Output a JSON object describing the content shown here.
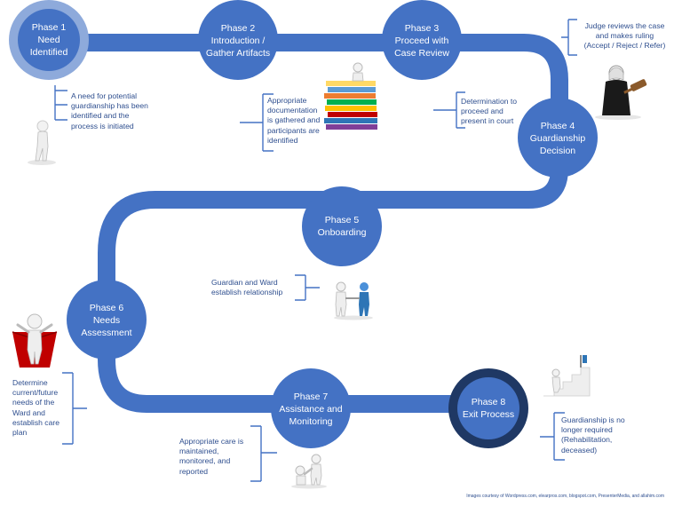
{
  "colors": {
    "road": "#4472c4",
    "phase_fill": "#4472c4",
    "phase1_ring": "#8eaadb",
    "phase8_ring": "#1f3864",
    "note_bracket": "#4472c4",
    "note_text": "#2f4f8f"
  },
  "phases": [
    {
      "lines": [
        "Phase 1",
        "Need",
        "Identified"
      ]
    },
    {
      "lines": [
        "Phase 2",
        "Introduction /",
        "Gather Artifacts"
      ]
    },
    {
      "lines": [
        "Phase 3",
        "Proceed with",
        "Case Review"
      ]
    },
    {
      "lines": [
        "Phase 4",
        "Guardianship",
        "Decision"
      ]
    },
    {
      "lines": [
        "Phase 5",
        "Onboarding"
      ]
    },
    {
      "lines": [
        "Phase 6",
        "Needs",
        "Assessment"
      ]
    },
    {
      "lines": [
        "Phase 7",
        "Assistance and",
        "Monitoring"
      ]
    },
    {
      "lines": [
        "Phase 8",
        "Exit Process"
      ]
    }
  ],
  "notes": [
    {
      "text": "A need for potential\nguardianship has been\nidentified and the\nprocess is initiated"
    },
    {
      "text": "Appropriate\ndocumentation\nis gathered and\nparticipants are\nidentified"
    },
    {
      "text": "Determination to\nproceed and\npresent in court"
    },
    {
      "text": "Judge reviews the case\nand makes ruling\n(Accept / Reject / Refer)"
    },
    {
      "text": "Guardian and Ward\nestablish relationship"
    },
    {
      "text": "Determine\ncurrent/future\nneeds of the\nWard and\nestablish care\nplan"
    },
    {
      "text": "Appropriate care is\nmaintained,\nmonitored, and\nreported"
    },
    {
      "text": "Guardianship is no\nlonger required\n(Rehabilitation,\ndeceased)"
    }
  ],
  "illustrations": [
    {
      "icon": "thinking-person-icon"
    },
    {
      "icon": "stacked-files-icon"
    },
    {
      "icon": "judge-gavel-icon"
    },
    {
      "icon": "handshake-icon"
    },
    {
      "icon": "caped-figure-icon"
    },
    {
      "icon": "helping-hand-icon"
    },
    {
      "icon": "stair-climb-icon"
    }
  ],
  "credit": "Images courtesy of Wordpress.com, elearpros.com, blogspot.com, PresenterMedia, and allahim.com"
}
